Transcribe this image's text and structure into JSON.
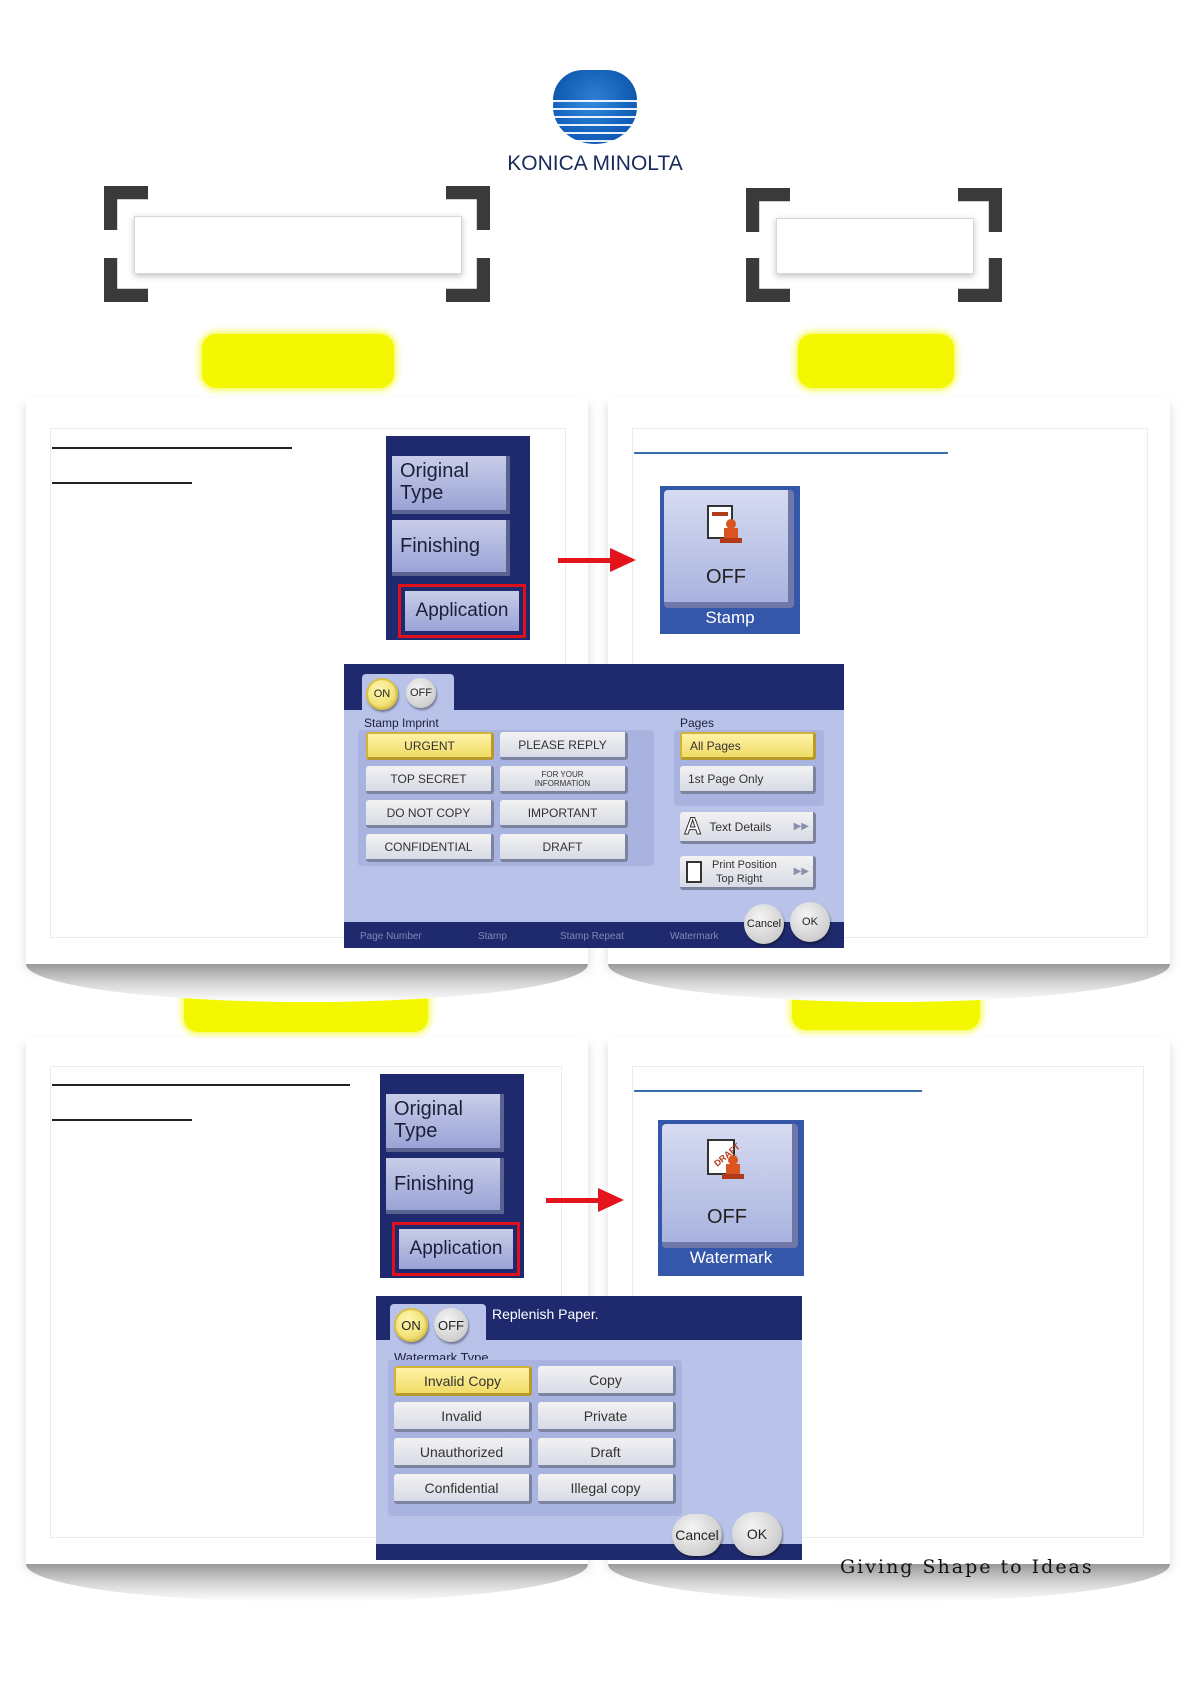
{
  "logo": {
    "brand_text": "KONICA MINOLTA",
    "globe_color": "#1565c0"
  },
  "tagline": "Giving Shape to Ideas",
  "menu": {
    "original_type": "Original Type",
    "finishing": "Finishing",
    "application": "Application"
  },
  "stamp_button": {
    "state": "OFF",
    "caption": "Stamp"
  },
  "watermark_button": {
    "state": "OFF",
    "caption": "Watermark"
  },
  "stamp_screen": {
    "on": "ON",
    "off": "OFF",
    "group_label": "Stamp Imprint",
    "buttons": [
      "URGENT",
      "PLEASE REPLY",
      "TOP SECRET",
      "FOR YOUR INFORMATION",
      "DO NOT COPY",
      "IMPORTANT",
      "CONFIDENTIAL",
      "DRAFT"
    ],
    "pages_label": "Pages",
    "pages": [
      "All Pages",
      "1st Page Only"
    ],
    "text_details": "Text Details",
    "print_position_label": "Print Position",
    "print_position_value": "Top Right",
    "cancel": "Cancel",
    "ok": "OK",
    "bottom_tabs": [
      "Page Number",
      "Stamp",
      "Stamp Repeat",
      "Watermark"
    ]
  },
  "watermark_screen": {
    "on": "ON",
    "off": "OFF",
    "message": "Replenish Paper.",
    "group_label": "Watermark Type",
    "buttons": [
      "Invalid Copy",
      "Copy",
      "Invalid",
      "Private",
      "Unauthorized",
      "Draft",
      "Confidential",
      "Illegal copy"
    ],
    "cancel": "Cancel",
    "ok": "OK"
  },
  "colors": {
    "highlight": "#f3f700",
    "arrow": "#e3141b",
    "screen_bg": "#b9c3ea",
    "screen_dark": "#1f2a6e"
  }
}
